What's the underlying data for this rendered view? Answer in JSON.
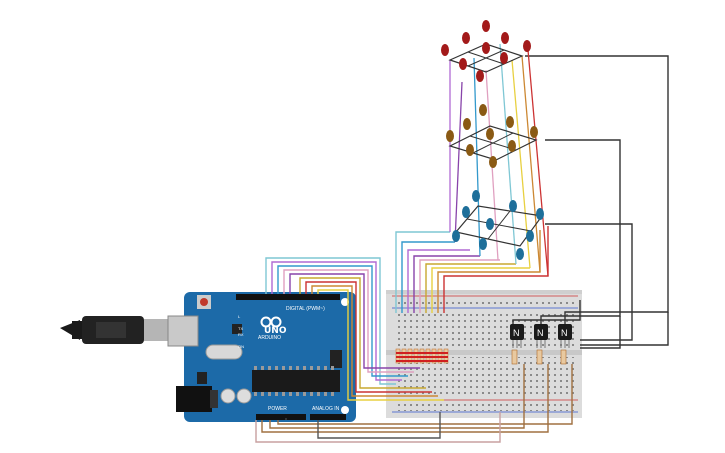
{
  "board": {
    "brand": "ARDUINO",
    "model": "UNO",
    "digital_header": "DIGITAL (PWM~)",
    "power_header": "POWER",
    "analog_header": "ANALOG IN",
    "tx_label": "TX",
    "rx_label": "RX",
    "l_label": "L",
    "on_label": "ON"
  },
  "transistors": [
    {
      "label": "N"
    },
    {
      "label": "N"
    },
    {
      "label": "N"
    }
  ],
  "cube_layers": [
    {
      "layer": "top",
      "color": "#a31a1a"
    },
    {
      "layer": "middle",
      "color": "#8a5a14"
    },
    {
      "layer": "bottom",
      "color": "#1e6f9a"
    }
  ],
  "colors": {
    "board": "#1c6aa8",
    "breadboard": "#dcdcdc",
    "usb_cable": "#1a1a1a"
  }
}
